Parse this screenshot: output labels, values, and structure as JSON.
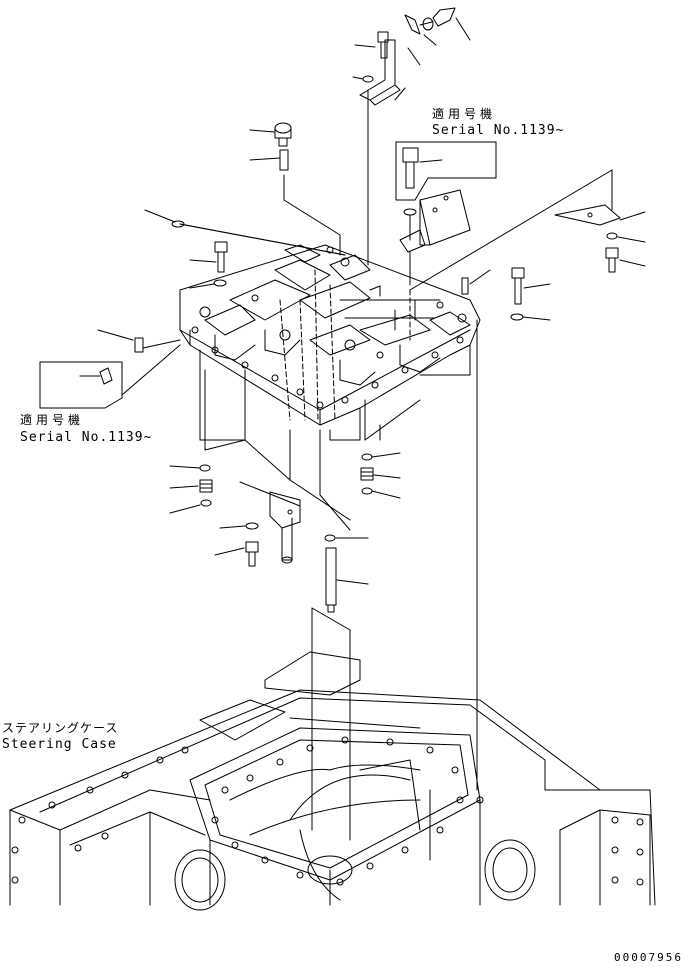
{
  "note_top": {
    "applicable_jp": "適用号機",
    "applicable_en": "Serial No.1139~"
  },
  "note_left": {
    "applicable_jp": "適用号機",
    "applicable_en": "Serial No.1139~"
  },
  "case_label": {
    "name_jp": "ステアリングケース",
    "name_en": "Steering Case"
  },
  "drawing_number": "00007956",
  "colors": {
    "line": "#000000",
    "background": "#ffffff"
  }
}
